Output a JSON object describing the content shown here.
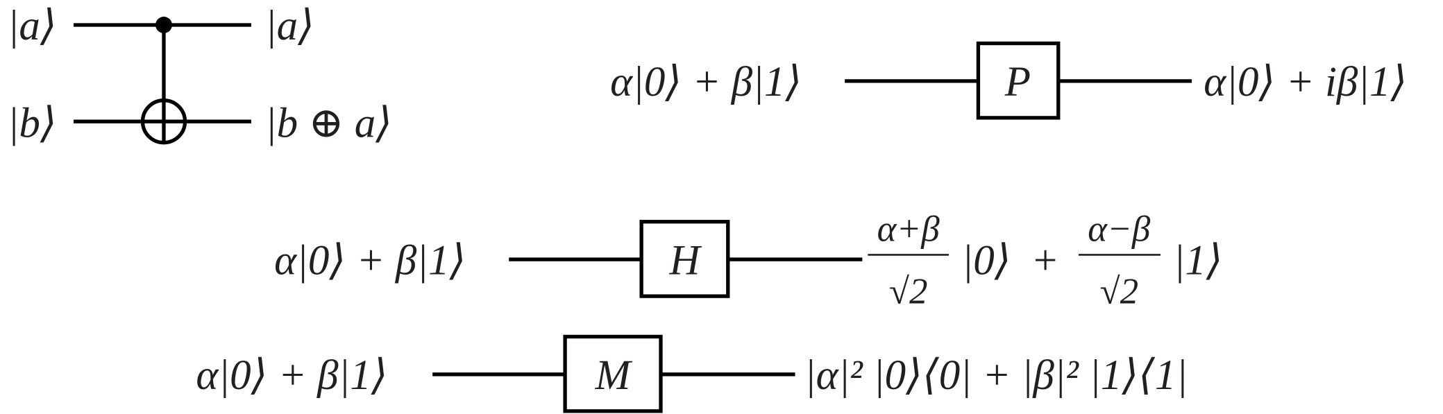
{
  "cnot": {
    "in_a": "|a⟩",
    "in_b": "|b⟩",
    "out_a": "|a⟩",
    "out_b": "|b ⊕ a⟩"
  },
  "phase_gate": {
    "label": "P",
    "input": "α|0⟩ + β|1⟩",
    "output": "α|0⟩ + iβ|1⟩"
  },
  "hadamard_gate": {
    "label": "H",
    "input": "α|0⟩ + β|1⟩",
    "output": {
      "num1": "α+β",
      "den1": "√2",
      "ket1": "|0⟩",
      "plus": "+",
      "num2": "α−β",
      "den2": "√2",
      "ket2": "|1⟩"
    }
  },
  "measurement_gate": {
    "label": "M",
    "input": "α|0⟩ + β|1⟩",
    "output": "|α|² |0⟩⟨0| + |β|² |1⟩⟨1|"
  }
}
